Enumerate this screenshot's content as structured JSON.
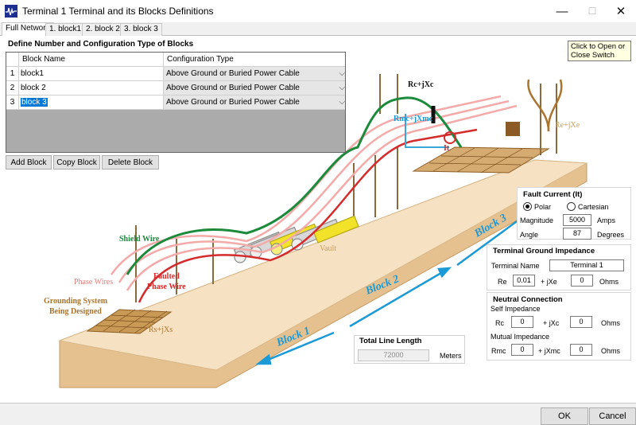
{
  "window": {
    "title": "Terminal 1 Terminal and its Blocks Definitions",
    "minimize_glyph": "—",
    "maximize_glyph": "☐",
    "close_glyph": "✕"
  },
  "tabs": [
    {
      "label": "Full Network"
    },
    {
      "label": "1. block1"
    },
    {
      "label": "2. block 2"
    },
    {
      "label": "3. block 3"
    }
  ],
  "blocks_panel": {
    "title": "Define Number and Configuration Type of Blocks",
    "columns": [
      "Block Name",
      "Configuration Type"
    ],
    "rows": [
      {
        "num": "1",
        "name": "block1",
        "config": "Above Ground or Buried Power Cable"
      },
      {
        "num": "2",
        "name": "block 2",
        "config": "Above Ground or Buried Power Cable"
      },
      {
        "num": "3",
        "name": "block 3",
        "config": "Above Ground or Buried Power Cable"
      }
    ],
    "dropdown_glyph": "⌵",
    "buttons": {
      "add": "Add Block",
      "copy": "Copy Block",
      "delete": "Delete Block"
    }
  },
  "tooltip": {
    "text": "Click to Open or Close Switch"
  },
  "diagram": {
    "shield_wire": "Shield Wire",
    "phase_wires": "Phase Wires",
    "faulted_1": "Faulted",
    "faulted_2": "Phase Wire",
    "grounding_1": "Grounding System",
    "grounding_2": "Being Designed",
    "rs": "Rs+jXs",
    "vault": "Vault",
    "rc": "Rc+jXc",
    "rmc": "Rmc+jXmc",
    "it": "It",
    "re": "Re+jXe",
    "block1": "Block 1",
    "block2": "Block 2",
    "block3": "Block 3",
    "colors": {
      "shield": "#1b8a3b",
      "faulted": "#d42c2c",
      "phase": "#f3aaa8",
      "arrow": "#1b9ad6",
      "ground": "#a9742e",
      "slab_top": "#f6e2c2",
      "slab_front": "#e6c190",
      "yellow": "#f2e22a"
    }
  },
  "fault_current": {
    "title": "Fault Current (It)",
    "polar_label": "Polar",
    "cartesian_label": "Cartesian",
    "selected": "Polar",
    "magnitude_label": "Magnitude",
    "magnitude_value": "5000",
    "magnitude_unit": "Amps",
    "angle_label": "Angle",
    "angle_value": "87",
    "angle_unit": "Degrees"
  },
  "terminal_ground": {
    "title": "Terminal Ground Impedance",
    "name_label": "Terminal Name",
    "name_value": "Terminal 1",
    "re_label": "Re",
    "re_value": "0.01",
    "jxe_label": "+ jXe",
    "jxe_value": "0",
    "unit": "Ohms"
  },
  "neutral": {
    "title": "Neutral Connection",
    "self_label": "Self Impedance",
    "rc_label": "Rc",
    "rc_value": "0",
    "jxc_label": "+ jXc",
    "jxc_value": "0",
    "self_unit": "Ohms",
    "mutual_label": "Mutual Impedance",
    "rmc_label": "Rmc",
    "rmc_value": "0",
    "jxmc_label": "+ jXmc",
    "jxmc_value": "0",
    "mutual_unit": "Ohms"
  },
  "total_length": {
    "title": "Total Line Length",
    "value": "72000",
    "unit": "Meters"
  },
  "footer": {
    "ok": "OK",
    "cancel": "Cancel"
  }
}
